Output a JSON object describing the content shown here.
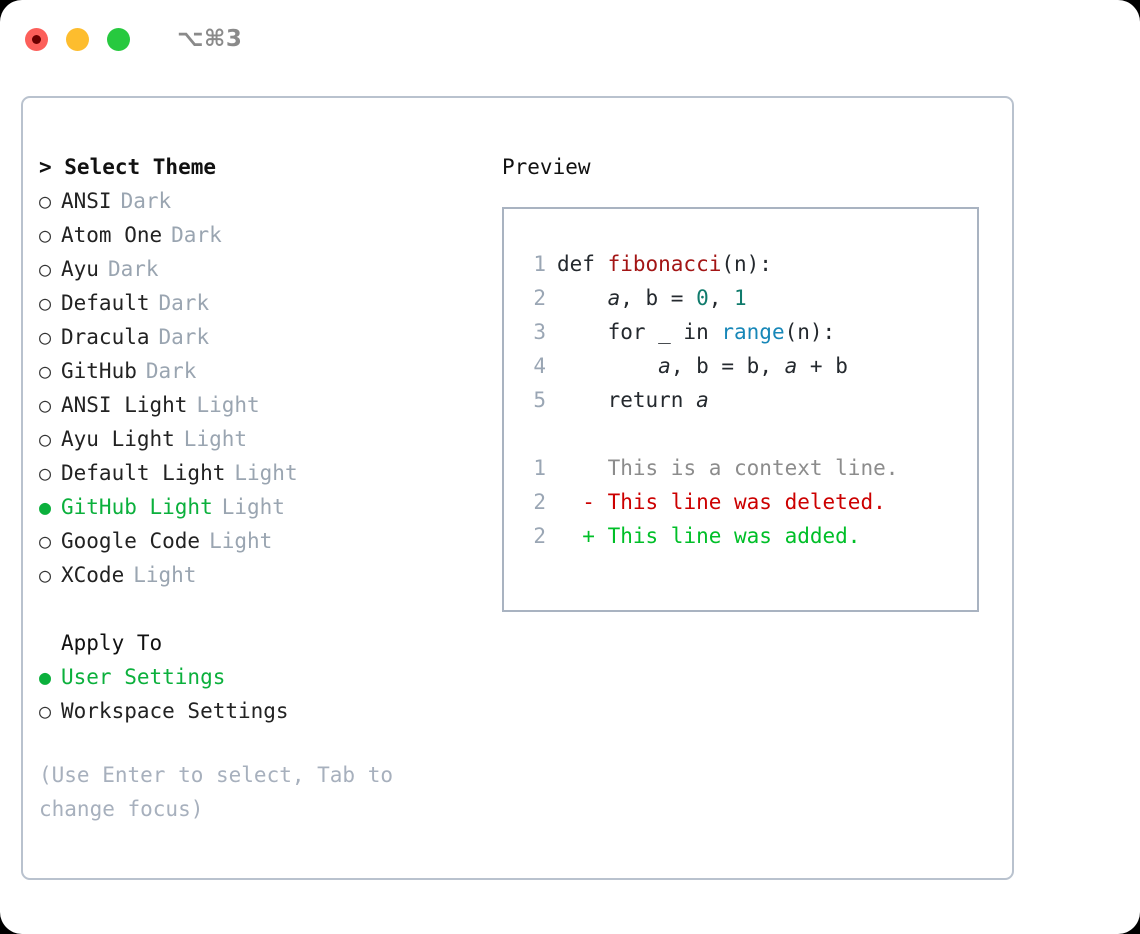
{
  "titlebar": {
    "shortcut": "⌥⌘3",
    "dots": [
      {
        "name": "close",
        "color": "#fc5f5a"
      },
      {
        "name": "minimize",
        "color": "#fdbd2e"
      },
      {
        "name": "maximize",
        "color": "#27c93f"
      }
    ]
  },
  "theme_picker": {
    "heading": "> Select Theme",
    "items": [
      {
        "bullet": "○",
        "label": "ANSI",
        "tag": "Dark",
        "selected": false
      },
      {
        "bullet": "○",
        "label": "Atom One",
        "tag": "Dark",
        "selected": false
      },
      {
        "bullet": "○",
        "label": "Ayu",
        "tag": "Dark",
        "selected": false
      },
      {
        "bullet": "○",
        "label": "Default",
        "tag": "Dark",
        "selected": false
      },
      {
        "bullet": "○",
        "label": "Dracula",
        "tag": "Dark",
        "selected": false
      },
      {
        "bullet": "○",
        "label": "GitHub",
        "tag": "Dark",
        "selected": false
      },
      {
        "bullet": "○",
        "label": "ANSI Light",
        "tag": "Light",
        "selected": false
      },
      {
        "bullet": "○",
        "label": "Ayu Light",
        "tag": "Light",
        "selected": false
      },
      {
        "bullet": "○",
        "label": "Default Light",
        "tag": "Light",
        "selected": false
      },
      {
        "bullet": "●",
        "label": "GitHub Light",
        "tag": "Light",
        "selected": true
      },
      {
        "bullet": "○",
        "label": "Google Code",
        "tag": "Light",
        "selected": false
      },
      {
        "bullet": "○",
        "label": "XCode",
        "tag": "Light",
        "selected": false
      }
    ]
  },
  "apply_to": {
    "heading": "Apply To",
    "options": [
      {
        "bullet": "●",
        "label": "User Settings",
        "selected": true
      },
      {
        "bullet": "○",
        "label": "Workspace Settings",
        "selected": false
      }
    ]
  },
  "hint": "(Use Enter to select, Tab to change focus)",
  "preview": {
    "title": "Preview",
    "code_lines": [
      {
        "number": "1",
        "tokens": [
          {
            "text": "def ",
            "type": "plain"
          },
          {
            "text": "fibonacci",
            "type": "func"
          },
          {
            "text": "(n):",
            "type": "plain"
          }
        ]
      },
      {
        "number": "2",
        "tokens": [
          {
            "text": "    ",
            "type": "plain"
          },
          {
            "text": "a",
            "type": "var"
          },
          {
            "text": ", b = ",
            "type": "plain"
          },
          {
            "text": "0",
            "type": "num"
          },
          {
            "text": ", ",
            "type": "plain"
          },
          {
            "text": "1",
            "type": "num"
          }
        ]
      },
      {
        "number": "3",
        "tokens": [
          {
            "text": "    for _ in ",
            "type": "plain"
          },
          {
            "text": "range",
            "type": "call"
          },
          {
            "text": "(n):",
            "type": "plain"
          }
        ]
      },
      {
        "number": "4",
        "tokens": [
          {
            "text": "        ",
            "type": "plain"
          },
          {
            "text": "a",
            "type": "var"
          },
          {
            "text": ", b = b, ",
            "type": "plain"
          },
          {
            "text": "a",
            "type": "var"
          },
          {
            "text": " + b",
            "type": "plain"
          }
        ]
      },
      {
        "number": "5",
        "tokens": [
          {
            "text": "    return ",
            "type": "plain"
          },
          {
            "text": "a",
            "type": "var"
          }
        ]
      }
    ],
    "diff_lines": [
      {
        "number": "1",
        "marker": " ",
        "text": " This is a context line.",
        "type": "context"
      },
      {
        "number": "2",
        "marker": "-",
        "text": " This line was deleted.",
        "type": "deleted"
      },
      {
        "number": "2",
        "marker": "+",
        "text": " This line was added.",
        "type": "added"
      }
    ]
  },
  "colors": {
    "accent_green": "#0bb03c",
    "diff_added": "#00bf28",
    "diff_deleted": "#cc0000",
    "func_red": "#a31515",
    "call_blue": "#1787b8",
    "number_teal": "#107b6c",
    "muted_gray": "#9aa5b1",
    "border": "#b9c2ce"
  }
}
